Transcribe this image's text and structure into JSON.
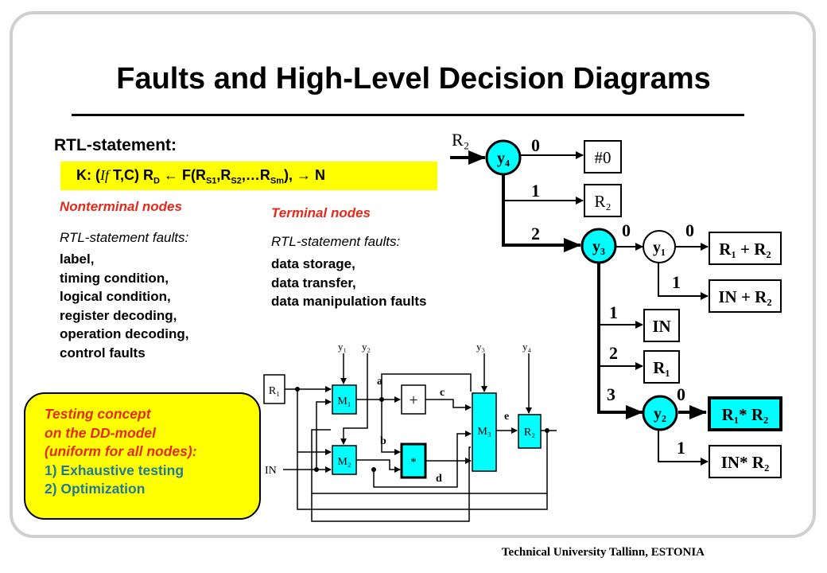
{
  "title": "Faults and High-Level Decision Diagrams",
  "rtl_label": "RTL-statement:",
  "statement": {
    "k": "K: (",
    "if": "If",
    "tc": " T,C)  R",
    "rsub": "D",
    "arrow": " ← F(R",
    "s1": "S1",
    "c1": ",R",
    "s2": "S2",
    "c2": ",…R",
    "sm": "Sm",
    "end": "),  → N"
  },
  "nonterminal": {
    "heading": "Nonterminal nodes",
    "sub": "RTL-statement faults:",
    "items": [
      "label,",
      "timing condition,",
      "logical condition,",
      "register decoding,",
      "operation decoding,",
      "control faults"
    ]
  },
  "terminal": {
    "heading": "Terminal nodes",
    "sub": "RTL-statement faults:",
    "items": [
      "data storage,",
      "data transfer,",
      "data manipulation faults"
    ]
  },
  "testing": {
    "lines": [
      "Testing concept",
      "on the DD-model",
      "(uniform for all nodes):"
    ],
    "steps": [
      "1) Exhaustive testing",
      "2) Optimization"
    ]
  },
  "footer": "Technical University Tallinn, ESTONIA",
  "dd": {
    "root": "R₂",
    "nodes": {
      "y4": "y₄",
      "y3": "y₃",
      "y1": "y₁",
      "y2": "y₂"
    },
    "edges": [
      "0",
      "1",
      "2",
      "0",
      "0",
      "1",
      "1",
      "2",
      "3",
      "0",
      "1"
    ],
    "terminals": [
      "#0",
      "R₂",
      "R₁ + R₂",
      "IN + R₂",
      "IN",
      "R₁",
      "R₁* R₂",
      "IN* R₂"
    ]
  },
  "circuit": {
    "inputs": [
      "R₁",
      "IN"
    ],
    "controls": [
      "y₁",
      "y₂",
      "y₃",
      "y₄"
    ],
    "blocks": [
      "M₁",
      "M₂",
      "+",
      "*",
      "M₃",
      "R₂"
    ],
    "wires": [
      "a",
      "b",
      "c",
      "d",
      "e"
    ]
  },
  "colors": {
    "cyan": "#00ffff",
    "yellow": "#ffff00",
    "red": "#e2291b",
    "blue": "#1f7a9a"
  }
}
